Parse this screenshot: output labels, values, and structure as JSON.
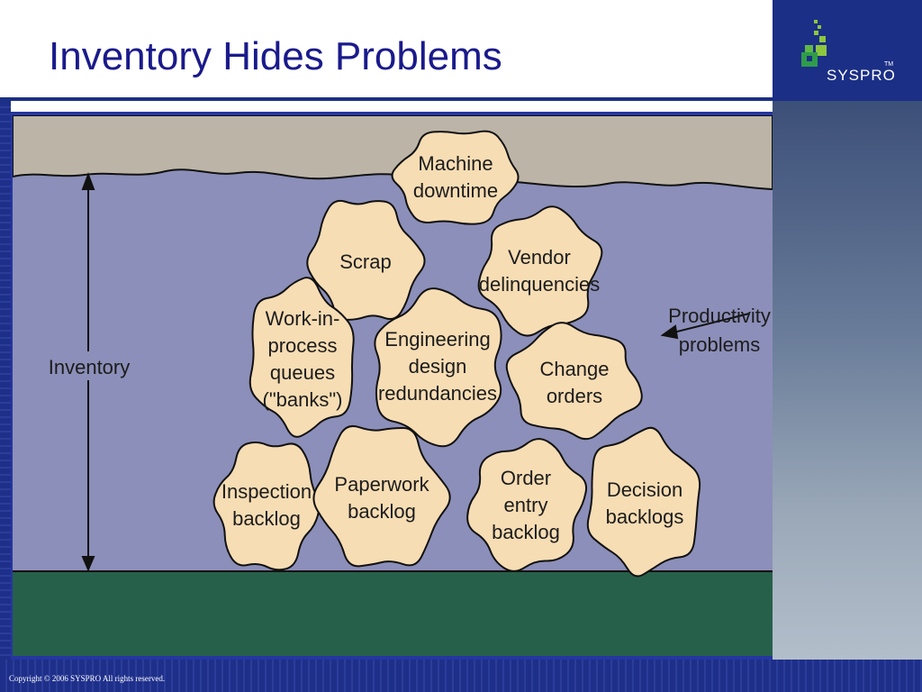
{
  "slide": {
    "title": "Inventory Hides Problems",
    "copyright": "Copyright © 2006 SYSPRO All rights reserved."
  },
  "logo": {
    "brand": "SYSPRO",
    "tm": "TM"
  },
  "diagram": {
    "inventory_label": "Inventory",
    "callout": [
      "Productivity",
      "problems"
    ],
    "rocks": [
      {
        "id": "machine-downtime",
        "lines": [
          "Machine",
          "downtime"
        ]
      },
      {
        "id": "scrap",
        "lines": [
          "Scrap"
        ]
      },
      {
        "id": "vendor-delinquencies",
        "lines": [
          "Vendor",
          "delinquencies"
        ]
      },
      {
        "id": "work-in-process-queues",
        "lines": [
          "Work-in-",
          "process",
          "queues",
          "(\"banks\")"
        ]
      },
      {
        "id": "engineering-design-redundancies",
        "lines": [
          "Engineering",
          "design",
          "redundancies"
        ]
      },
      {
        "id": "change-orders",
        "lines": [
          "Change",
          "orders"
        ]
      },
      {
        "id": "inspection-backlog",
        "lines": [
          "Inspection",
          "backlog"
        ]
      },
      {
        "id": "paperwork-backlog",
        "lines": [
          "Paperwork",
          "backlog"
        ]
      },
      {
        "id": "order-entry-backlog",
        "lines": [
          "Order",
          "entry",
          "backlog"
        ]
      },
      {
        "id": "decision-backlogs",
        "lines": [
          "Decision",
          "backlogs"
        ]
      }
    ],
    "colors": {
      "water": "#8c8fb9",
      "sky": "#bcb5a7",
      "ground": "#27604a",
      "rock": "#f7ddb4",
      "outline": "#111111"
    }
  }
}
